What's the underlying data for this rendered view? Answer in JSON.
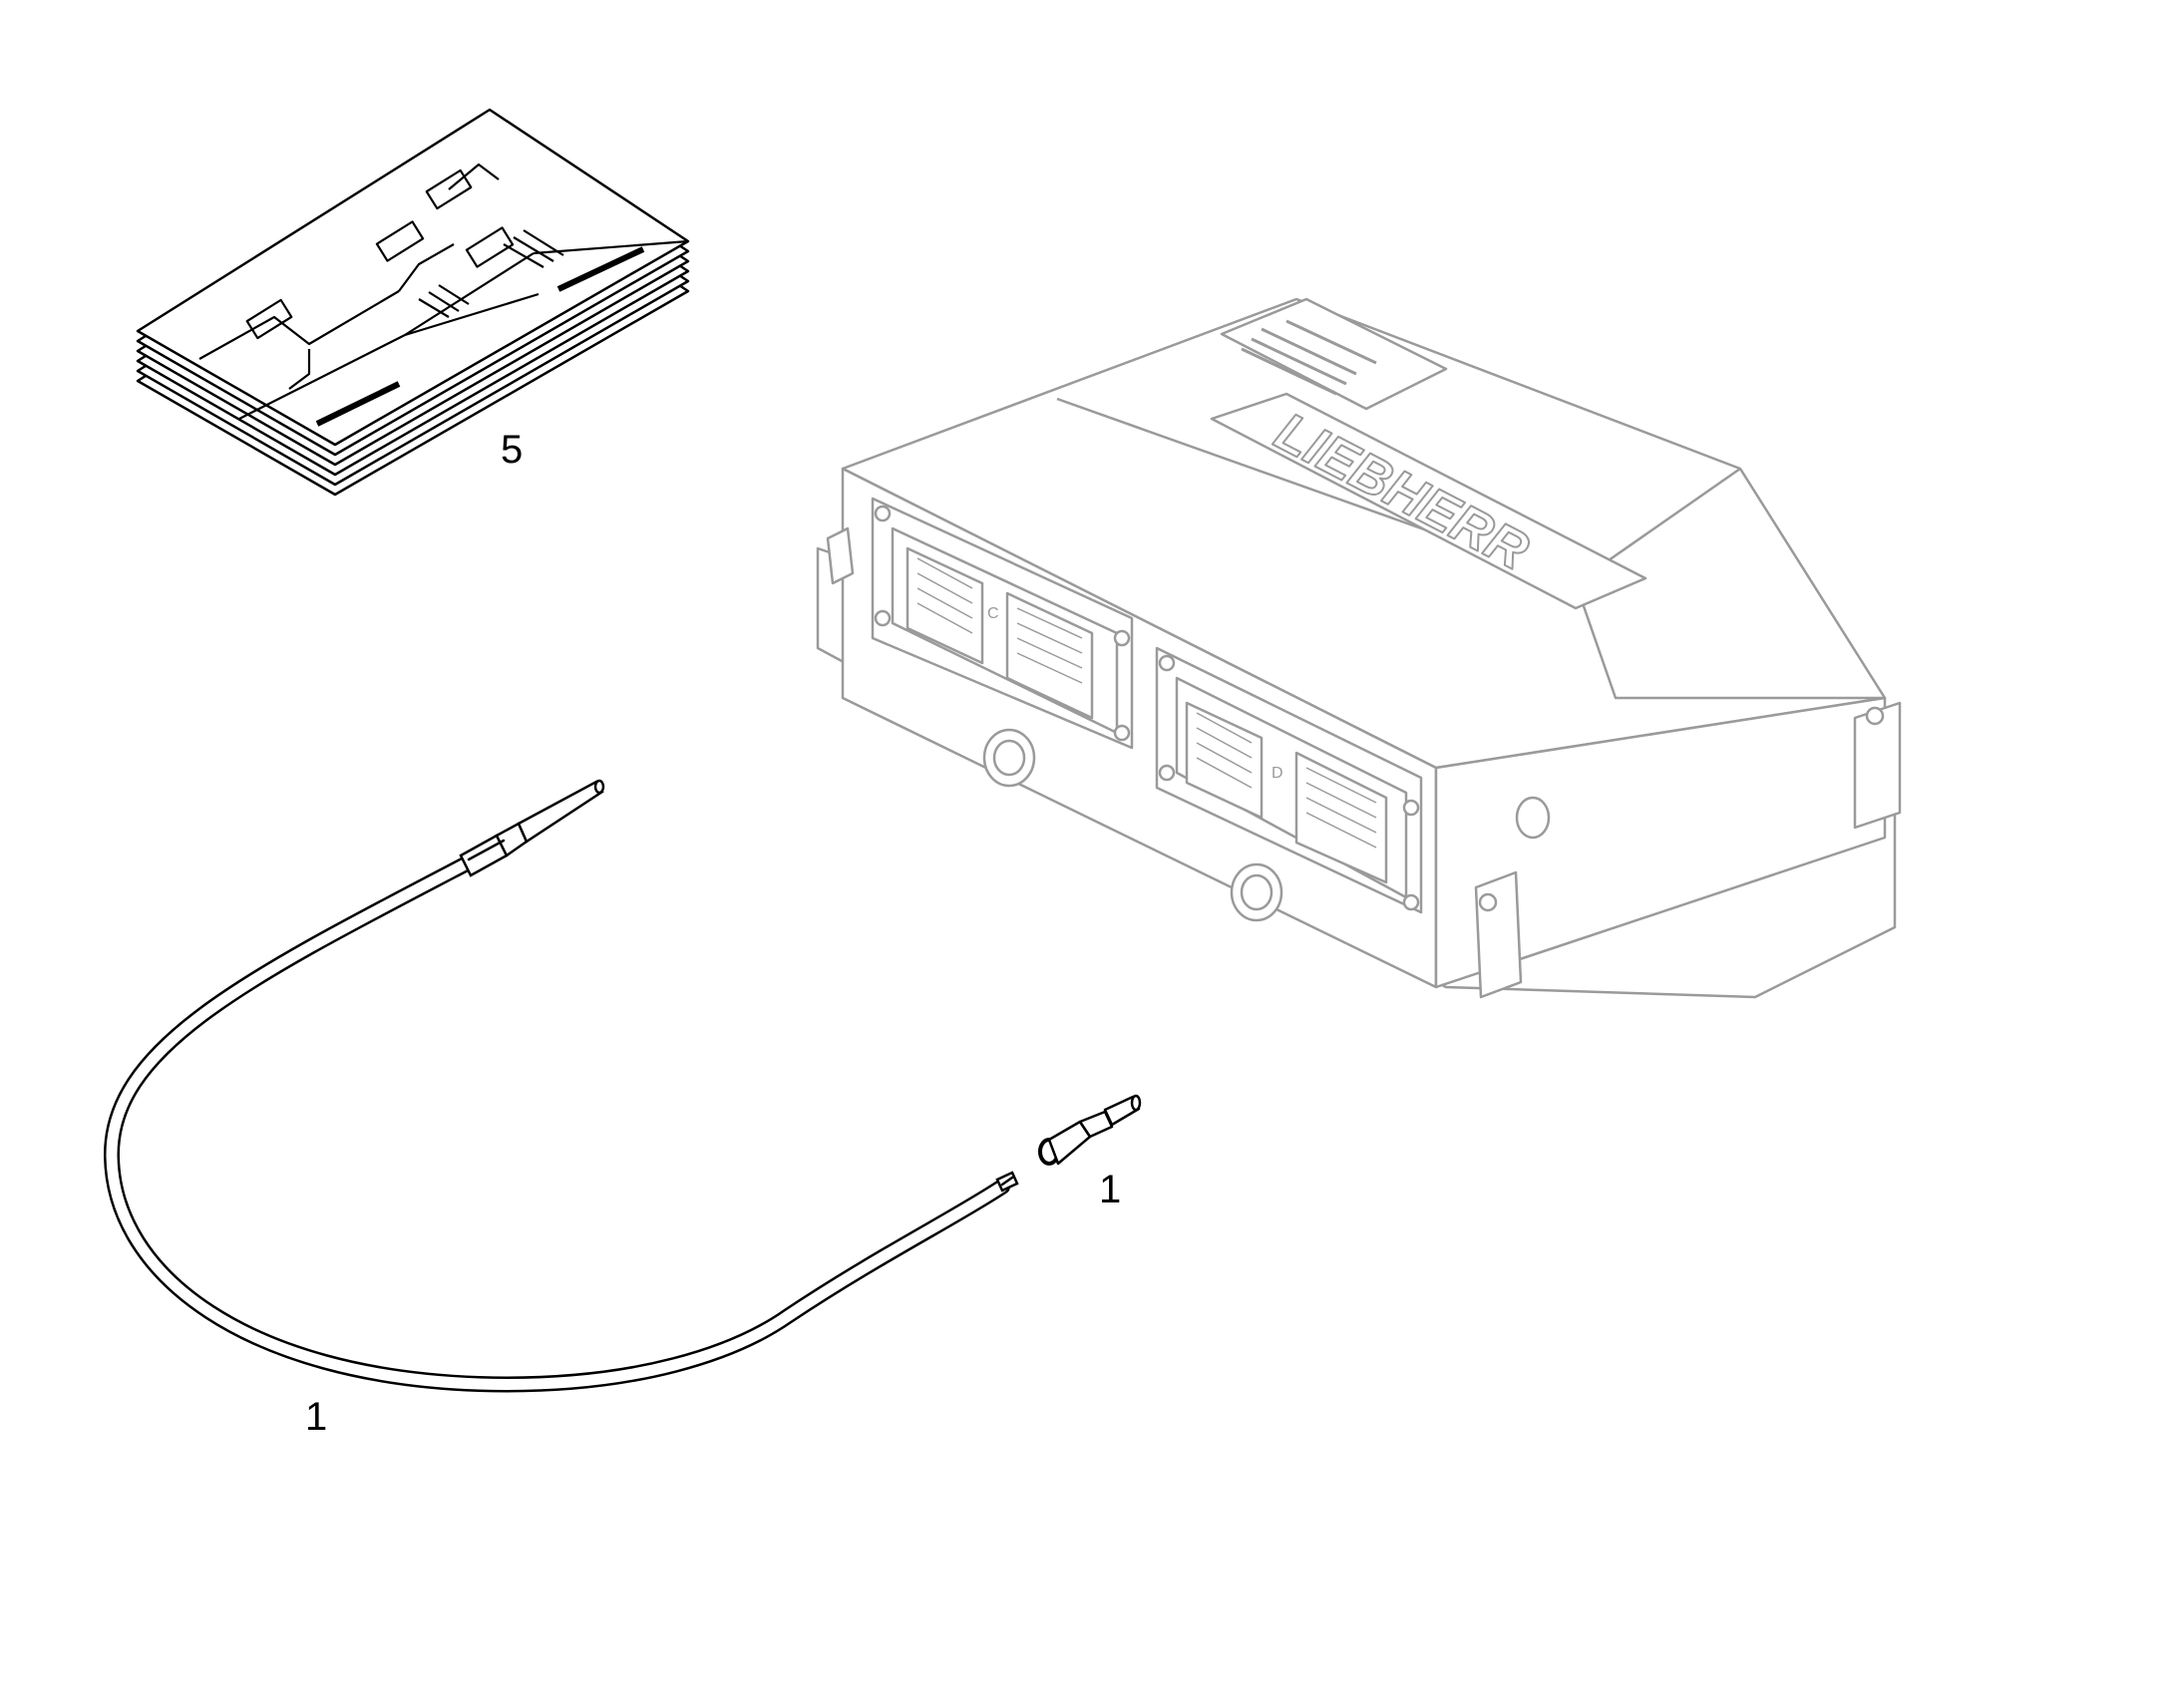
{
  "diagram": {
    "callouts": [
      {
        "id": "callout-5",
        "label": "5",
        "part": "wiring-diagram-booklet"
      },
      {
        "id": "callout-1-cable",
        "label": "1",
        "part": "pin-contact-cable"
      },
      {
        "id": "callout-1-pin",
        "label": "1",
        "part": "pin-contact"
      }
    ],
    "control_unit": {
      "brand_logo": "LIEBHERR",
      "connector_labels": [
        "C",
        "D"
      ]
    },
    "colors": {
      "line": "#000000",
      "unit_line": "#9a9a9a",
      "background": "#ffffff"
    }
  }
}
